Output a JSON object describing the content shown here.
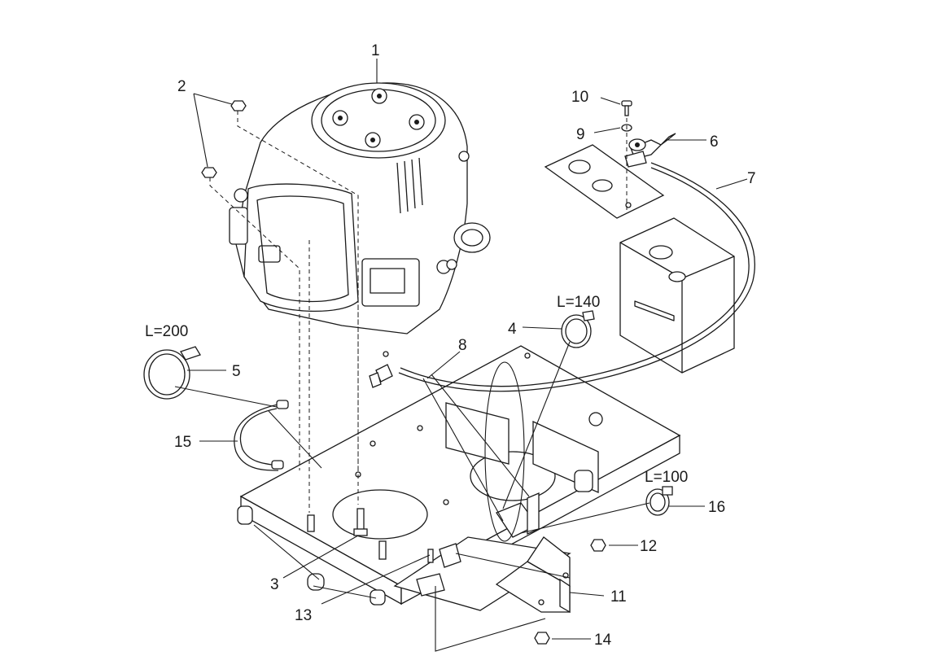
{
  "callouts": [
    {
      "id": "1",
      "text": "1"
    },
    {
      "id": "2",
      "text": "2"
    },
    {
      "id": "3",
      "text": "3"
    },
    {
      "id": "4",
      "text": "4"
    },
    {
      "id": "5",
      "text": "5"
    },
    {
      "id": "6",
      "text": "6"
    },
    {
      "id": "7",
      "text": "7"
    },
    {
      "id": "8",
      "text": "8"
    },
    {
      "id": "9",
      "text": "9"
    },
    {
      "id": "10",
      "text": "10"
    },
    {
      "id": "11",
      "text": "11"
    },
    {
      "id": "12",
      "text": "12"
    },
    {
      "id": "13",
      "text": "13"
    },
    {
      "id": "14",
      "text": "14"
    },
    {
      "id": "15",
      "text": "15"
    },
    {
      "id": "16",
      "text": "16"
    }
  ],
  "length_labels": {
    "band_200": "L=200",
    "band_140": "L=140",
    "band_100": "L=100"
  },
  "colors": {
    "line": "#1a1a1a",
    "background": "#ffffff"
  }
}
